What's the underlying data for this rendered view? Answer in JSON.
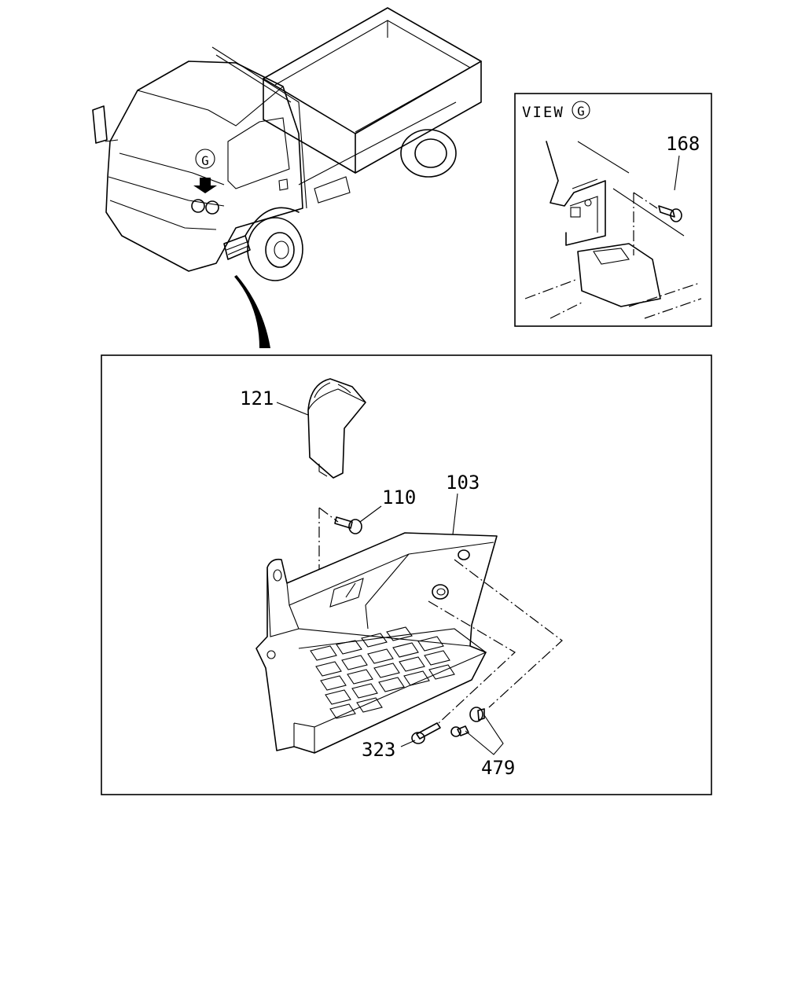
{
  "callouts": {
    "view_label": "VIEW",
    "view_marker": "G",
    "truck_marker": "G",
    "p168": "168",
    "p121": "121",
    "p110": "110",
    "p103": "103",
    "p323": "323",
    "p479": "479"
  }
}
